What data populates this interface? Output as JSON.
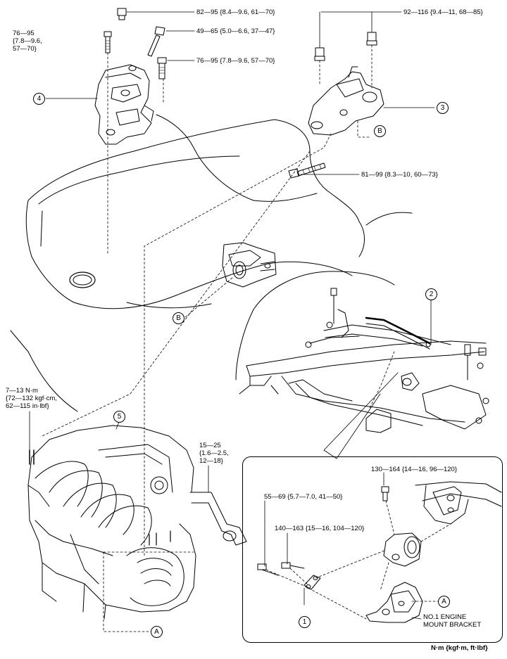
{
  "torque": {
    "t82_95": "82—95 {8.4—9.6, 61—70}",
    "t49_65": "49—65 {5.0—6.6, 37—47}",
    "t76_95_a": [
      "76—95",
      "{7.8—9.6,",
      "57—70}"
    ],
    "t76_95_b": "76—95 {7.8—9.6, 57—70}",
    "t92_116": "92—116 {9.4—11, 68—85}",
    "t81_99": "81—99 {8.3—10, 60—73}",
    "t7_13": [
      "7—13 N·m",
      "{72—132 kgf·cm,",
      "62—115 in·lbf}"
    ],
    "t15_25": [
      "15—25",
      "{1.6—2.5,",
      "12—18}"
    ],
    "t130_164": "130—164 {14—16, 96—120}",
    "t55_69": "55—69 {5.7—7.0, 41—50}",
    "t140_163": "140—163 {15—16, 104—120}"
  },
  "callouts": {
    "c1": "1",
    "c2": "2",
    "c3": "3",
    "c4": "4",
    "c5": "5",
    "A": "A",
    "B": "B"
  },
  "bracket_label": [
    "NO.1 ENGINE",
    "MOUNT BRACKET"
  ],
  "units": "N·m {kgf·m, ft·lbf}"
}
